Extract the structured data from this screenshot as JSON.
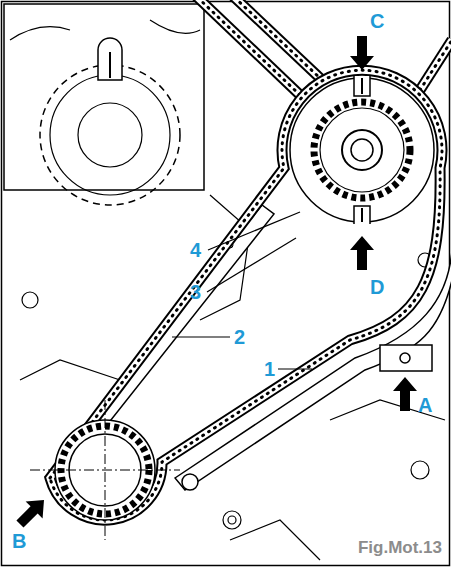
{
  "diagram": {
    "caption": "Fig.Mot.13",
    "labels": [
      "C",
      "4",
      "3",
      "D",
      "2",
      "1",
      "A",
      "B"
    ]
  }
}
